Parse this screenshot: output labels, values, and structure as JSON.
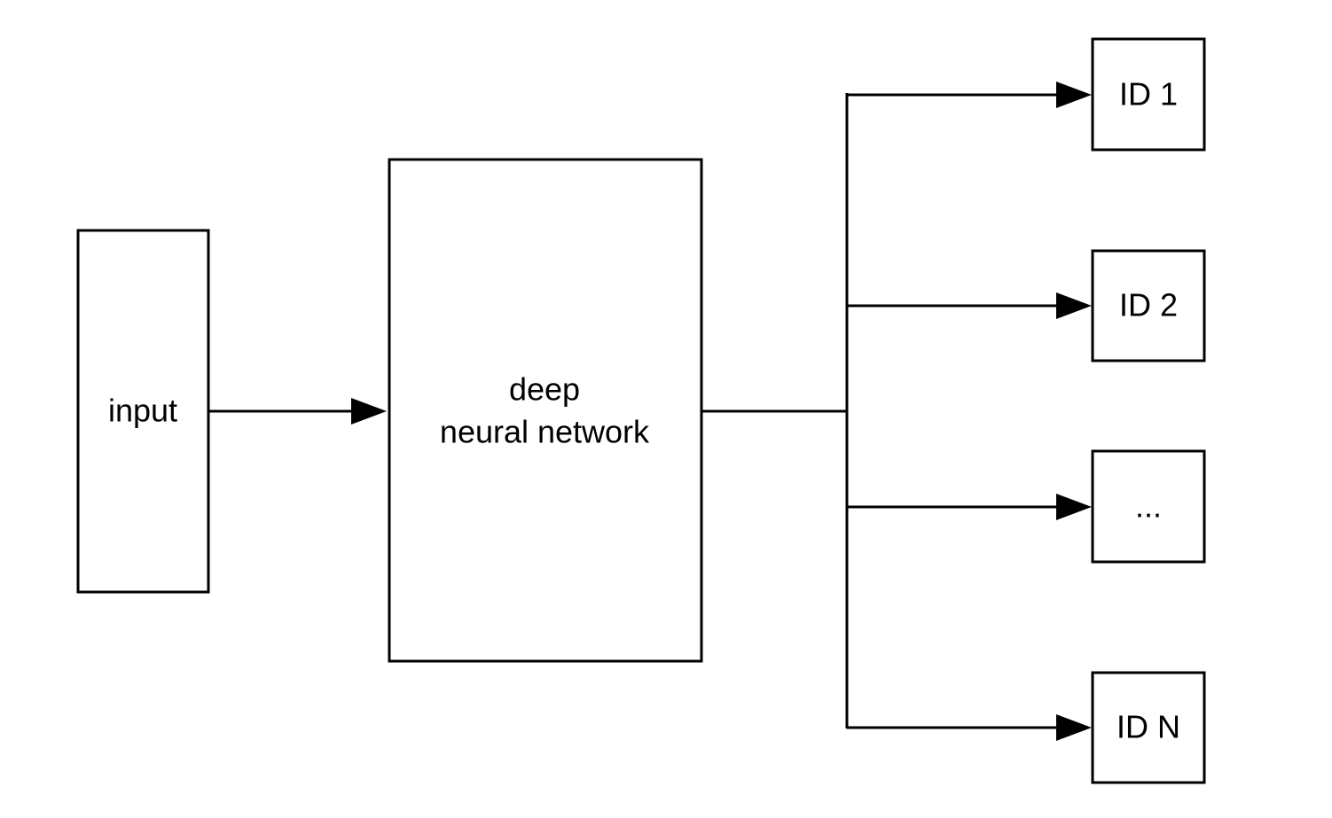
{
  "diagram": {
    "input": {
      "label": "input"
    },
    "network": {
      "line1": "deep",
      "line2": "neural network"
    },
    "outputs": [
      {
        "label": "ID 1"
      },
      {
        "label": "ID 2"
      },
      {
        "label": "..."
      },
      {
        "label": "ID N"
      }
    ]
  },
  "colors": {
    "stroke": "#000000",
    "background": "#ffffff"
  }
}
